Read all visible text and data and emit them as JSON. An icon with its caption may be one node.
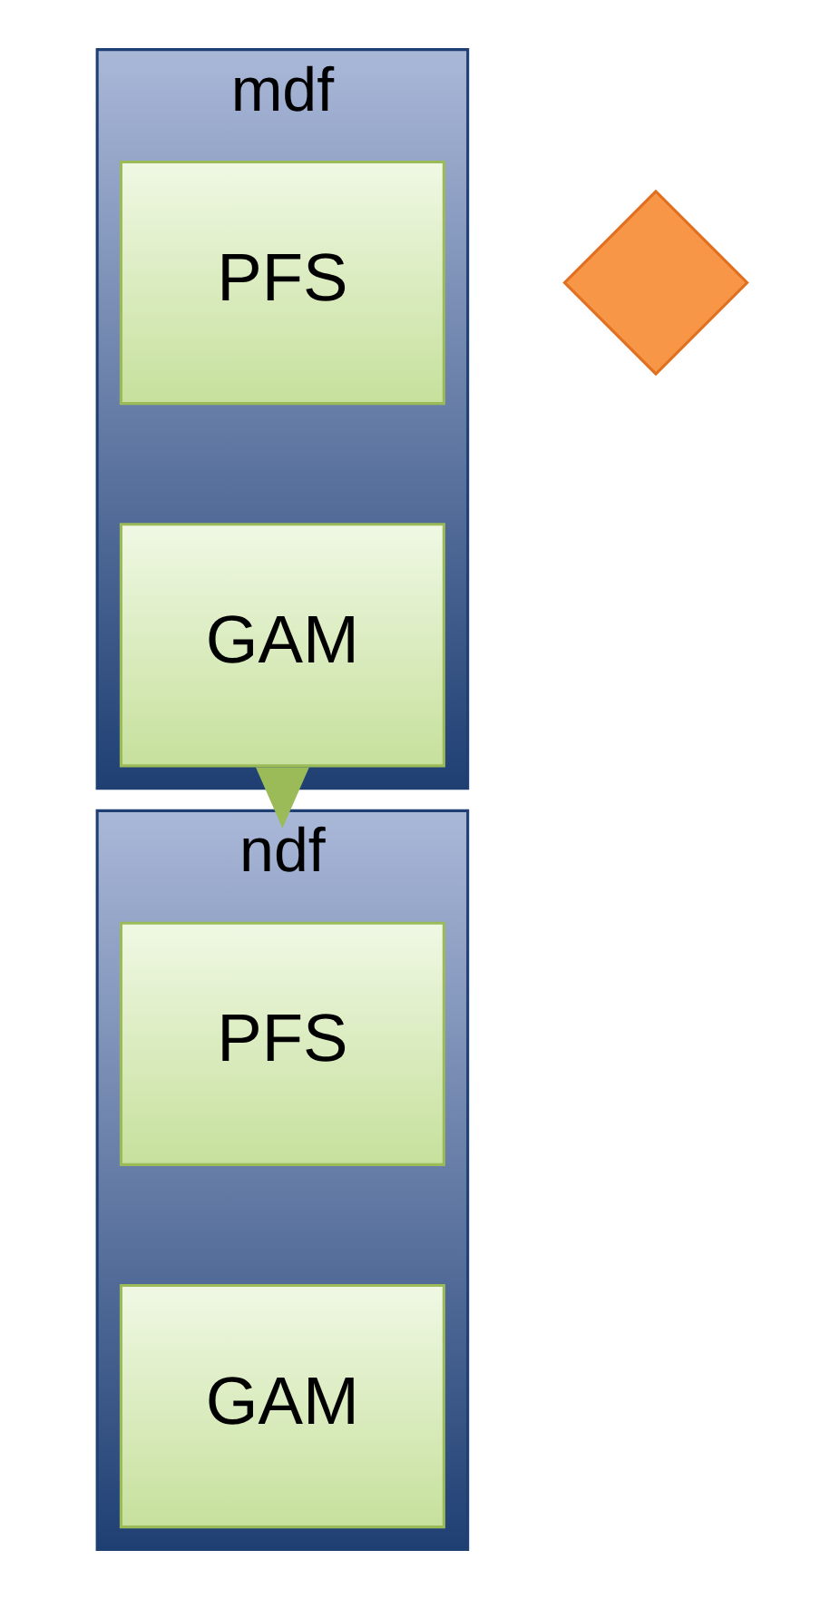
{
  "diagram": {
    "nodes": [
      {
        "text": [
          "mdf"
        ]
      },
      {
        "text": [
          "PFS"
        ],
        "in": 0
      },
      {
        "text": [
          "GAM"
        ],
        "in": 0
      },
      {
        "text": [
          "ndf"
        ]
      },
      {
        "text": [
          "PFS"
        ],
        "in": 3
      },
      {
        "text": [
          "GAM"
        ],
        "in": 3
      },
      {
        "text": [],
        "shape": "cross"
      }
    ],
    "edges": [
      {
        "from": 0,
        "to": 3,
        "arrow": "to",
        "style": "thick",
        "color": "#9bbb59"
      }
    ]
  }
}
